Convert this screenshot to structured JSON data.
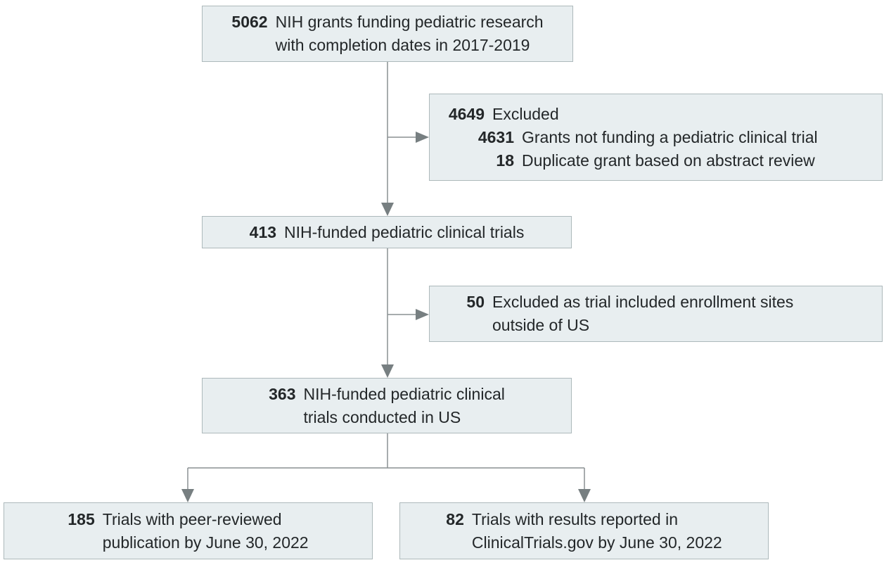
{
  "colors": {
    "background": "#ffffff",
    "box-fill": "#e8eef0",
    "box-border": "#adb9bb",
    "connector": "#8a9092",
    "arrowhead": "#777f81",
    "text": "#232729"
  },
  "boxes": {
    "grants": {
      "number": "5062",
      "line1": "NIH grants funding pediatric research",
      "line2": "with completion dates in 2017-2019"
    },
    "excluded_grants": {
      "number": "4649",
      "label": "Excluded",
      "reasons": [
        {
          "number": "4631",
          "text": "Grants not funding a pediatric clinical trial"
        },
        {
          "number": "18",
          "text": "Duplicate grant based on abstract review"
        }
      ]
    },
    "pediatric_trials": {
      "number": "413",
      "line1": "NIH-funded pediatric clinical trials"
    },
    "excluded_sites": {
      "number": "50",
      "line1": "Excluded as trial included enrollment sites",
      "line2": "outside of US"
    },
    "us_trials": {
      "number": "363",
      "line1": "NIH-funded pediatric clinical",
      "line2": "trials conducted in US"
    },
    "published": {
      "number": "185",
      "line1": "Trials with peer-reviewed",
      "line2": "publication by June 30, 2022"
    },
    "ctgov_results": {
      "number": "82",
      "line1": "Trials with results reported in",
      "line2": "ClinicalTrials.gov by June 30, 2022"
    }
  }
}
